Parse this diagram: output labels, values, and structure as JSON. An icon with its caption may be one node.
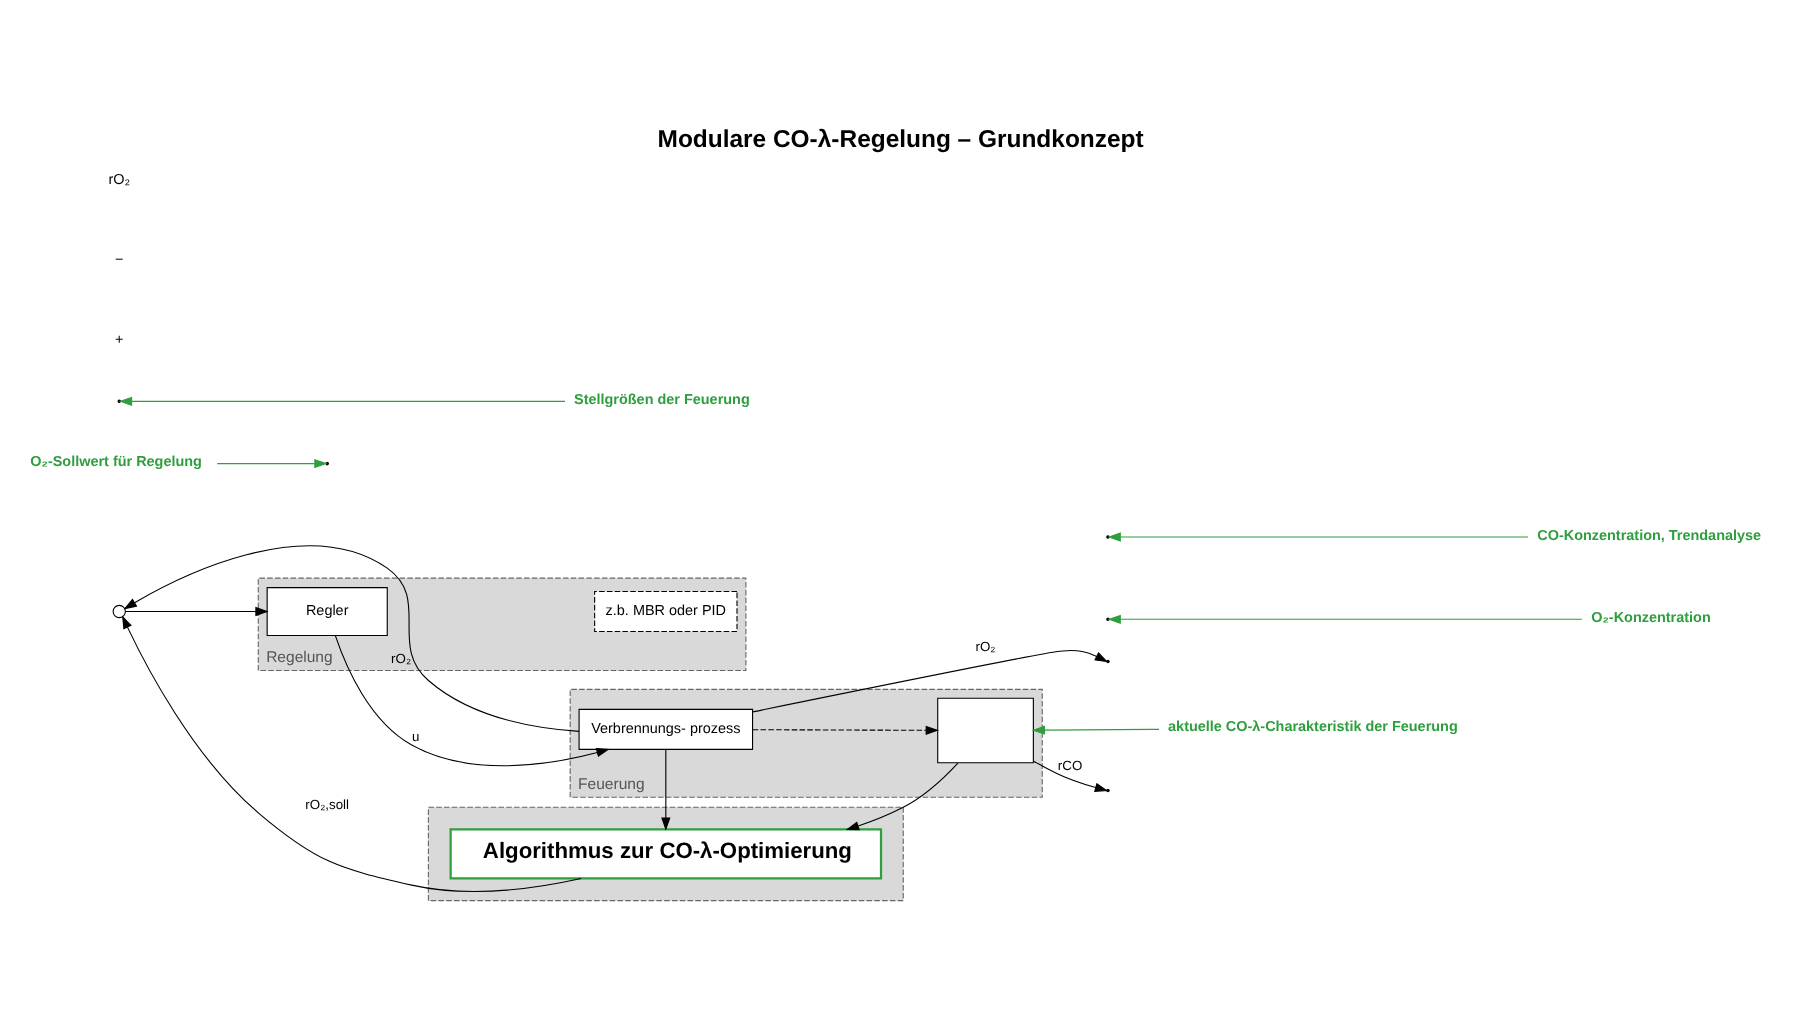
{
  "diagram": {
    "title": "Modulare CO-λ-Regelung – Grundkonzept",
    "nodes": [
      {
        "text": [
          "Regelung"
        ]
      },
      {
        "text": [
          "Regler"
        ],
        "in": 0
      },
      {
        "text": [
          "z.b. MBR oder PID"
        ],
        "in": 0
      },
      {
        "text": [
          "Feuerung"
        ]
      },
      {
        "text": [
          "Verbrennungs- prozess"
        ],
        "in": 3
      },
      {
        "text": [],
        "shape": "box",
        "in": 3
      },
      {
        "text": [],
        "shape": "circle"
      },
      {
        "text": [],
        "shape": "box"
      },
      {
        "text": [
          "Algorithmus zur CO-λ-Optimierung"
        ],
        "in": 7
      },
      {
        "text": [
          "O₂-Sollwert für Regelung"
        ]
      },
      {
        "text": [
          "Stellgrößen der Feuerung"
        ]
      },
      {
        "text": [
          "O₂-Konzentration"
        ]
      },
      {
        "text": [
          "CO-Konzentration, Trendanalyse"
        ]
      },
      {
        "text": [
          "aktuelle CO-λ-Charakteristik der Feuerung"
        ]
      }
    ],
    "edges": [
      {
        "from": 8,
        "to": 6,
        "arrow": "to",
        "label": "rO₂,soll"
      },
      {
        "from": 4,
        "to": 6,
        "arrow": "to",
        "label": "rO₂"
      },
      {
        "from": 6,
        "to": 1,
        "arrow": "to"
      },
      {
        "from": 1,
        "to": 4,
        "arrow": "to",
        "label": "u"
      },
      {
        "from": 4,
        "to": null,
        "arrow": "to",
        "label": "rO₂"
      },
      {
        "from": 4,
        "to": 5,
        "arrow": "to",
        "style": "dashed"
      },
      {
        "from": 5,
        "to": null,
        "arrow": "to",
        "label": "rCO"
      },
      {
        "from": 4,
        "to": 8,
        "arrow": "to"
      },
      {
        "from": 5,
        "to": 8,
        "arrow": "to"
      },
      {
        "from": 9,
        "to": null,
        "arrow": "to",
        "color": "#2e9e3e"
      },
      {
        "from": 10,
        "to": null,
        "arrow": "to",
        "color": "#2e9e3e"
      },
      {
        "from": 11,
        "to": null,
        "arrow": "to",
        "color": "#2e9e3e"
      },
      {
        "from": 12,
        "to": null,
        "arrow": "to",
        "color": "#2e9e3e"
      },
      {
        "from": 13,
        "to": 5,
        "arrow": "to",
        "color": "#2e9e3e"
      }
    ],
    "labels": [
      "+",
      "−",
      "rO₂"
    ]
  }
}
